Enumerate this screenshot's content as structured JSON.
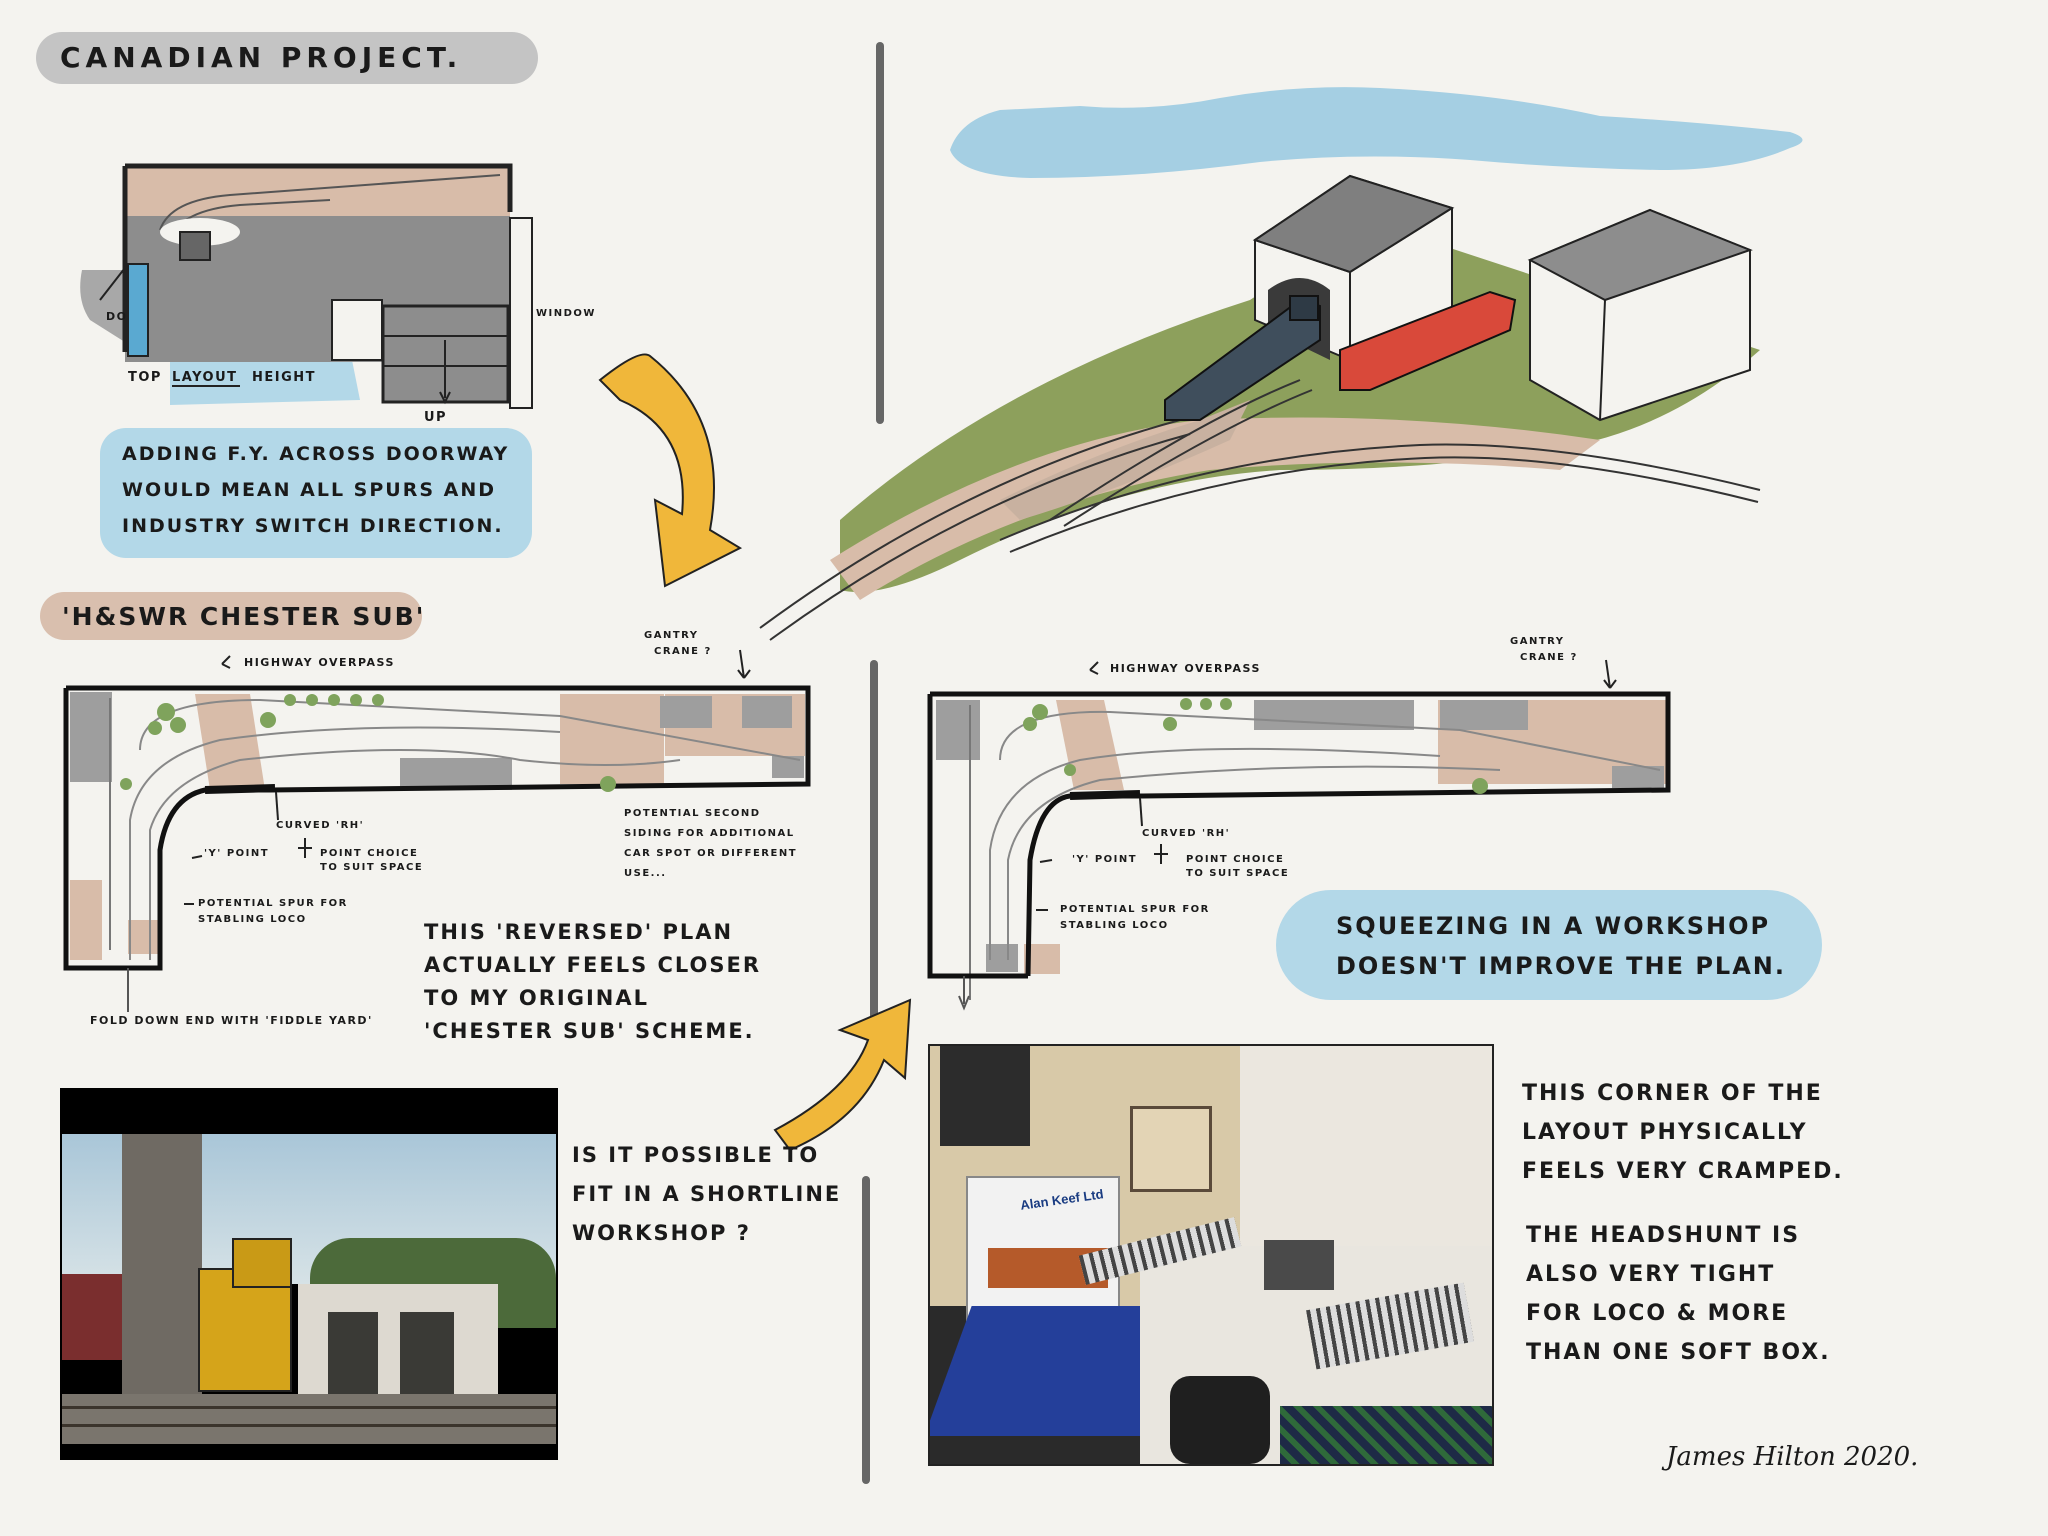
{
  "title": "CANADIAN PROJECT.",
  "top_plan": {
    "label_window": "WINDOW",
    "label_up": "UP",
    "label_door": "DO",
    "label_top": "TOP",
    "label_layout": "LAYOUT",
    "label_height": "HEIGHT"
  },
  "note_doorway": [
    "ADDING F.Y. ACROSS DOORWAY",
    "WOULD MEAN ALL SPURS AND",
    "INDUSTRY SWITCH DIRECTION."
  ],
  "section_title": "'H&SWR CHESTER SUB'",
  "plan_left": {
    "highway": "HIGHWAY OVERPASS",
    "gantry": [
      "GANTRY",
      "CRANE ?"
    ],
    "curved": "CURVED 'RH'",
    "ypoint": "'Y' POINT",
    "point_choice": [
      "POINT CHOICE",
      "TO SUIT SPACE"
    ],
    "spur": [
      "POTENTIAL SPUR FOR",
      "STABLING LOCO"
    ],
    "siding": [
      "POTENTIAL SECOND",
      "SIDING FOR ADDITIONAL",
      "CAR SPOT OR DIFFERENT",
      "USE..."
    ],
    "fold": "FOLD DOWN END WITH 'FIDDLE YARD'"
  },
  "plan_right": {
    "highway": "HIGHWAY OVERPASS",
    "gantry": [
      "GANTRY",
      "CRANE ?"
    ],
    "curved": "CURVED 'RH'",
    "ypoint": "'Y' POINT",
    "point_choice": [
      "POINT CHOICE",
      "TO SUIT SPACE"
    ],
    "spur": [
      "POTENTIAL SPUR FOR",
      "STABLING LOCO"
    ]
  },
  "note_reversed": [
    "THIS 'REVERSED' PLAN",
    "ACTUALLY FEELS CLOSER",
    "TO MY ORIGINAL",
    "'CHESTER SUB' SCHEME."
  ],
  "note_workshop_q": [
    "IS IT POSSIBLE TO",
    "FIT IN A SHORTLINE",
    "WORKSHOP ?"
  ],
  "note_squeeze": [
    "SQUEEZING IN A WORKSHOP",
    "DOESN'T IMPROVE THE PLAN."
  ],
  "note_corner": [
    "THIS CORNER OF THE",
    "LAYOUT PHYSICALLY",
    "FEELS VERY CRAMPED."
  ],
  "note_headshunt": [
    "THE HEADSHUNT IS",
    "ALSO VERY TIGHT",
    "FOR LOCO & MORE",
    "THAN ONE SOFT BOX."
  ],
  "photo_calendar": "Alan Keef Ltd",
  "signature": "James Hilton 2020.",
  "colors": {
    "background": "#f4f3ef",
    "note_blue": "#b3d8e8",
    "pill_grey": "#c4c4c4",
    "pill_tan": "#d9bfae",
    "arrow_yellow": "#f0b73a",
    "sky_blue": "#a5cfe3",
    "grass_green": "#8da05c",
    "plan_grey": "#9e9e9e",
    "plan_tan": "#d8bca9",
    "loco_dark": "#3f4e5c",
    "boxcar_red": "#d9493a"
  }
}
